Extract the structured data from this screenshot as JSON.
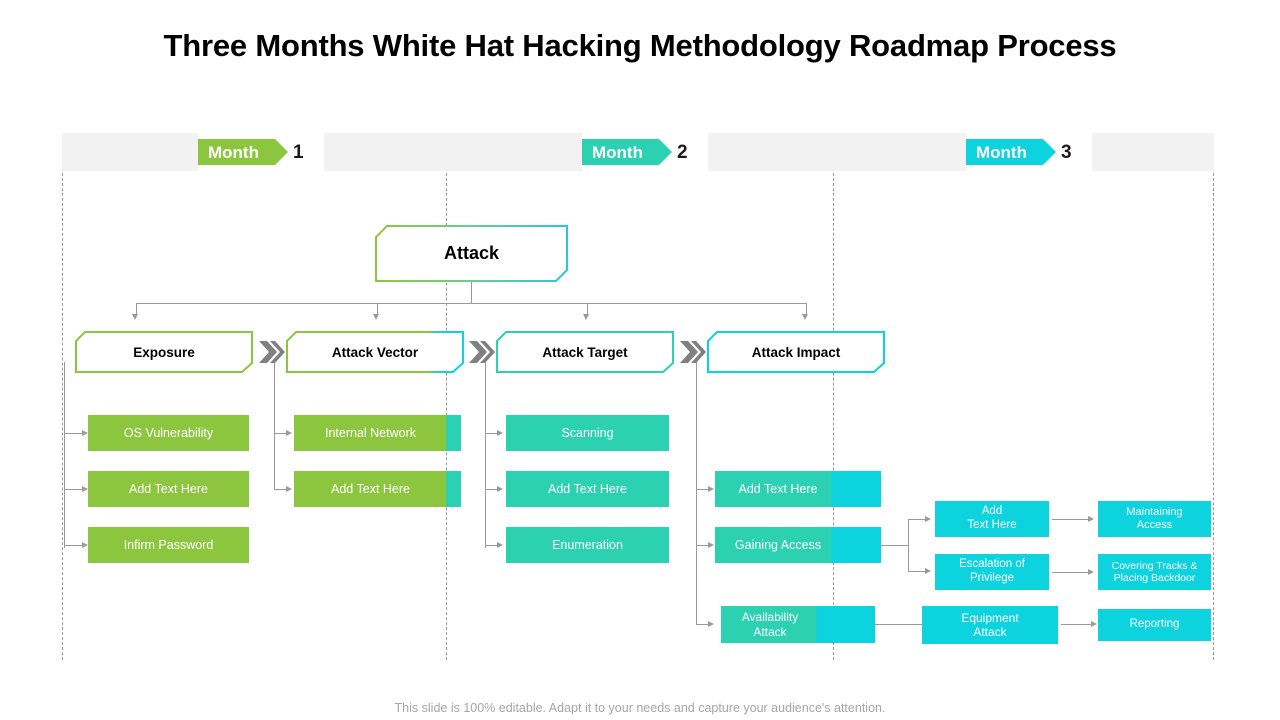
{
  "page": {
    "title": "Three Months White Hat Hacking Methodology Roadmap Process",
    "footer_note": "This slide is 100% editable. Adapt it to your needs and capture your audience's attention."
  },
  "colors": {
    "green": "#8CC63F",
    "teal": "#2BD1B0",
    "cyan": "#0DD3DE",
    "band": "#f2f2f2",
    "line": "#9a9a9a",
    "chevron": "#808080",
    "footer_text": "#a6a6a6"
  },
  "timeline": {
    "months": [
      {
        "label": "Month",
        "number": "1",
        "color": "#8CC63F"
      },
      {
        "label": "Month",
        "number": "2",
        "color": "#2BD1B0"
      },
      {
        "label": "Month",
        "number": "3",
        "color": "#0DD3DE"
      }
    ]
  },
  "root": {
    "label": "Attack"
  },
  "stages": [
    {
      "label": "Exposure",
      "border_from": "#8CC63F",
      "border_to": "#8CC63F"
    },
    {
      "label": "Attack  Vector",
      "border_from": "#8CC63F",
      "border_to": "#0DD3DE"
    },
    {
      "label": "Attack  Target",
      "border_from": "#2BD1B0",
      "border_to": "#2BD1B0"
    },
    {
      "label": "Attack  Impact",
      "border_from": "#0DD3DE",
      "border_to": "#0DD3DE"
    }
  ],
  "columns": [
    {
      "name": "exposure-items",
      "items": [
        {
          "label": "OS  Vulnerability",
          "fill": "#8CC63F"
        },
        {
          "label": "Add Text Here",
          "fill": "#8CC63F"
        },
        {
          "label": "Infirm Password",
          "fill": "#8CC63F"
        }
      ]
    },
    {
      "name": "attack-vector-items",
      "items": [
        {
          "label": "Internal Network",
          "fill": "#8CC63F",
          "fill_end": "#2BD1B0"
        },
        {
          "label": "Add Text Here",
          "fill": "#8CC63F",
          "fill_end": "#2BD1B0"
        }
      ]
    },
    {
      "name": "attack-target-items",
      "items": [
        {
          "label": "Scanning",
          "fill": "#2BD1B0"
        },
        {
          "label": "Add Text Here",
          "fill": "#2BD1B0"
        },
        {
          "label": "Enumeration",
          "fill": "#2BD1B0"
        }
      ]
    },
    {
      "name": "attack-impact-items",
      "items": [
        {
          "label": "Add Text Here",
          "fill": "#2BD1B0",
          "fill_end": "#0DD3DE"
        },
        {
          "label": "Gaining Access",
          "fill": "#2BD1B0",
          "fill_end": "#0DD3DE"
        },
        {
          "line1": "Availability",
          "line2": "Attack",
          "fill": "#2BD1B0",
          "fill_end": "#0DD3DE"
        }
      ]
    },
    {
      "name": "mid-outcome-items",
      "items": [
        {
          "line1": "Add",
          "line2": "Text Here",
          "fill": "#0DD3DE"
        },
        {
          "line1": "Escalation of",
          "line2": "Privilege",
          "fill": "#0DD3DE"
        },
        {
          "line1": "Equipment",
          "line2": "Attack",
          "fill": "#0DD3DE"
        }
      ]
    },
    {
      "name": "final-outcome-items",
      "items": [
        {
          "line1": "Maintaining",
          "line2": "Access",
          "fill": "#0DD3DE"
        },
        {
          "line1": "Covering Tracks &",
          "line2": "Placing Backdoor",
          "fill": "#0DD3DE"
        },
        {
          "line1": "Reporting",
          "line2": "",
          "fill": "#0DD3DE"
        }
      ]
    }
  ]
}
